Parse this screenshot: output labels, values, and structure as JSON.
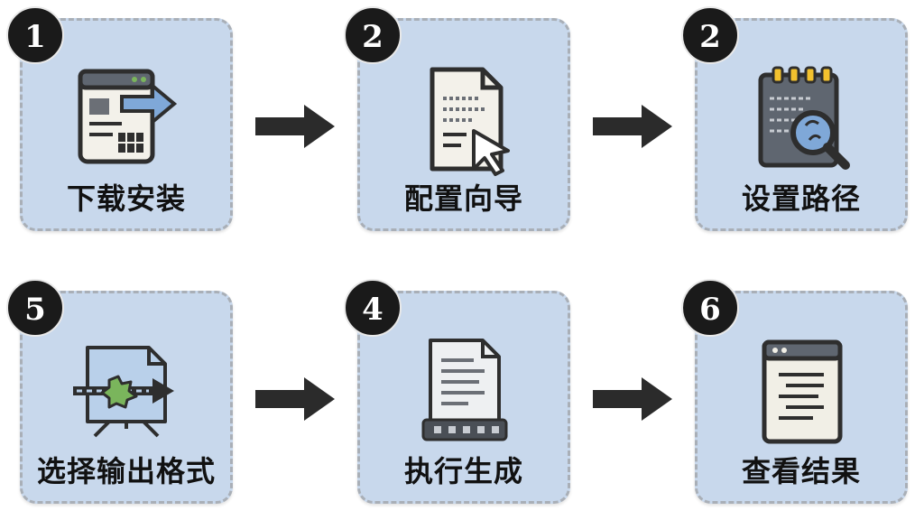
{
  "steps": [
    {
      "number": "1",
      "label": "下载安装",
      "icon": "install-window-icon"
    },
    {
      "number": "2",
      "label": "配置向导",
      "icon": "config-document-cursor-icon"
    },
    {
      "number": "2",
      "label": "设置路径",
      "icon": "path-notebook-search-icon"
    },
    {
      "number": "5",
      "label": "选择输出格式",
      "icon": "format-convert-icon"
    },
    {
      "number": "4",
      "label": "执行生成",
      "icon": "html-document-icon"
    },
    {
      "number": "6",
      "label": "查看结果",
      "icon": "result-window-icon"
    }
  ],
  "colors": {
    "card_fill": "#c8d8ec",
    "card_border": "#a9afb7",
    "badge_fill": "#1a1a1a",
    "arrow_fill": "#2b2b2b",
    "icon_stroke": "#2e2e2e",
    "icon_accent_blue": "#7fa8d8",
    "icon_accent_green": "#7ab55c",
    "icon_accent_yellow": "#f2c12e"
  }
}
